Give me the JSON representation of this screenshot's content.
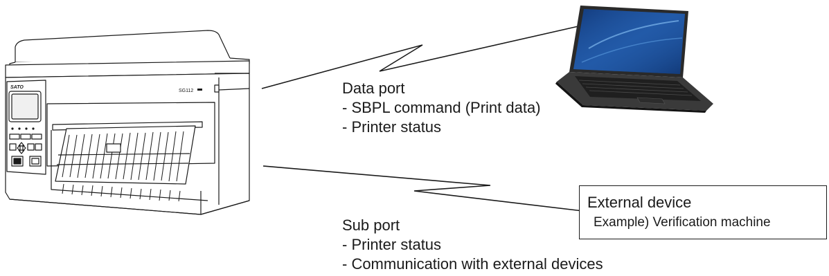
{
  "printer": {
    "brand": "SATO",
    "model": "SG112"
  },
  "data_port": {
    "title": "Data port",
    "items": [
      "- SBPL command (Print data)",
      "- Printer status"
    ]
  },
  "sub_port": {
    "title": "Sub port",
    "items": [
      "- Printer status",
      "- Communication with external devices"
    ]
  },
  "external_device": {
    "title": "External device",
    "example": "Example) Verification machine"
  },
  "colors": {
    "line": "#1a1a1a",
    "laptop_screen": "#1d4f9a",
    "laptop_body": "#2a2a2a"
  }
}
